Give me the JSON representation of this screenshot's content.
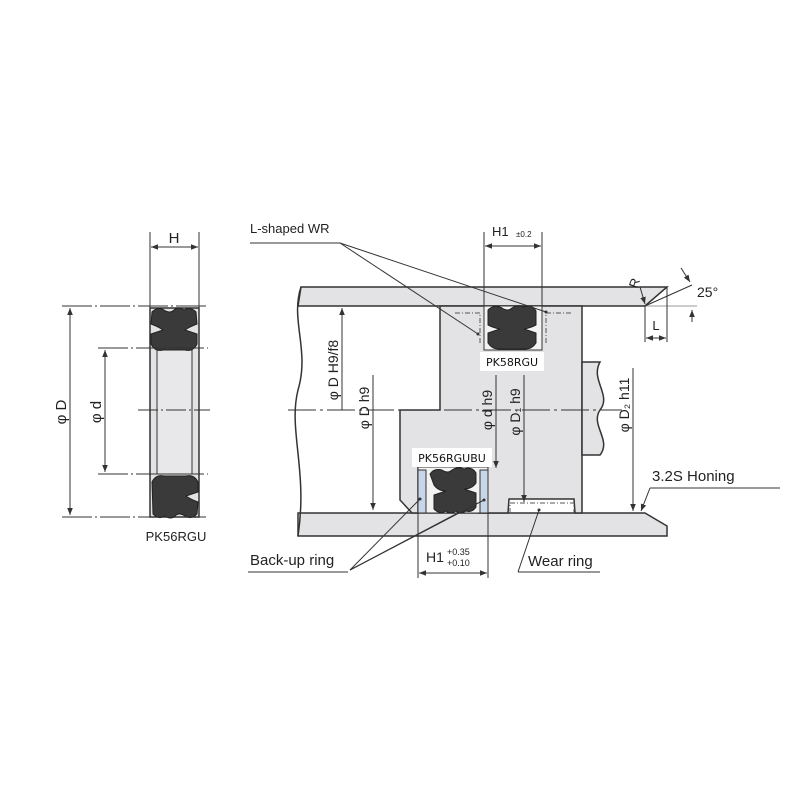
{
  "colors": {
    "background": "#ffffff",
    "body_fill": "#e3e3e5",
    "seal_fill": "#3a3a3a",
    "backup_ring_fill": "#c8d6ea",
    "line": "#333333",
    "text": "#222222"
  },
  "left_view": {
    "part_label": "PK56RGU",
    "dim_height": "H",
    "dim_outer_diameter": "φ D",
    "dim_inner_diameter": "φ d"
  },
  "section_view": {
    "callouts": {
      "l_shaped_wr": "L-shaped WR",
      "back_up_ring": "Back-up ring",
      "wear_ring": "Wear ring",
      "honing": "3.2S Honing"
    },
    "part_labels": {
      "upper_seal": "PK58RGU",
      "lower_seal": "PK56RGUBU"
    },
    "dimensions": {
      "h1_top": "H1",
      "h1_top_tol": "±0.2",
      "h1_bottom": "H1",
      "h1_bottom_tol_upper": "+0.35",
      "h1_bottom_tol_lower": "+0.10",
      "bore": "φ D H9/f8",
      "piston_d": "φ D  h9",
      "groove_d": "φ d h9",
      "d1": "φ D₁ h9",
      "d2": "φ D₂ h11",
      "chamfer_radius": "R",
      "chamfer_angle": "25°",
      "chamfer_length": "L"
    }
  }
}
